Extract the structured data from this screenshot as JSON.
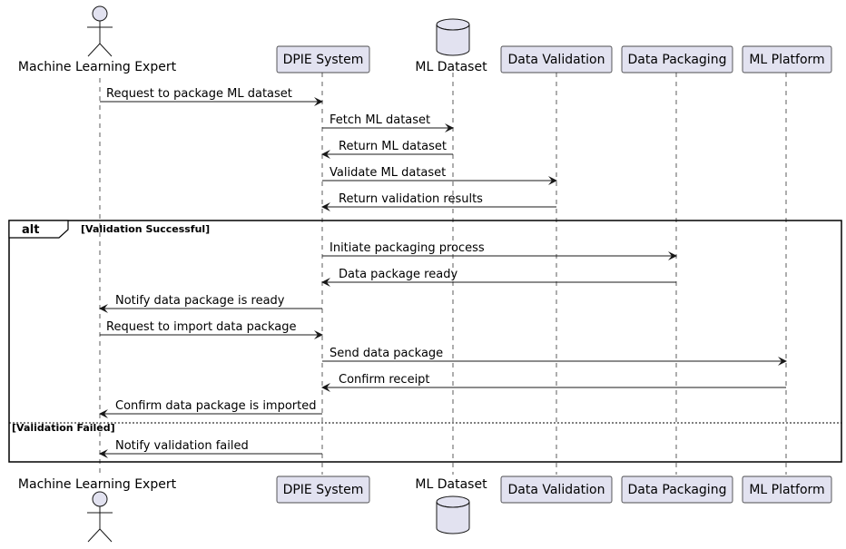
{
  "participants": [
    {
      "label": "Machine Learning Expert",
      "shape": "actor",
      "icon": "actor-icon"
    },
    {
      "label": "DPIE System",
      "shape": "box"
    },
    {
      "label": "ML Dataset",
      "shape": "database",
      "icon": "database-icon"
    },
    {
      "label": "Data Validation",
      "shape": "box"
    },
    {
      "label": "Data Packaging",
      "shape": "box"
    },
    {
      "label": "ML Platform",
      "shape": "box"
    }
  ],
  "messages": [
    {
      "label": "Request to package ML dataset",
      "from": 0,
      "to": 1
    },
    {
      "label": "Fetch ML dataset",
      "from": 1,
      "to": 2
    },
    {
      "label": "Return ML dataset",
      "from": 2,
      "to": 1
    },
    {
      "label": "Validate ML dataset",
      "from": 1,
      "to": 3
    },
    {
      "label": "Return validation results",
      "from": 3,
      "to": 1
    },
    {
      "label": "Initiate packaging process",
      "from": 1,
      "to": 4
    },
    {
      "label": "Data package ready",
      "from": 4,
      "to": 1
    },
    {
      "label": "Notify data package is ready",
      "from": 1,
      "to": 0
    },
    {
      "label": "Request to import data package",
      "from": 0,
      "to": 1
    },
    {
      "label": "Send data package",
      "from": 1,
      "to": 5
    },
    {
      "label": "Confirm receipt",
      "from": 5,
      "to": 1
    },
    {
      "label": "Confirm data package is imported",
      "from": 1,
      "to": 0
    },
    {
      "label": "Notify validation failed",
      "from": 1,
      "to": 0
    }
  ],
  "alt_fragment": {
    "keyword": "alt",
    "guard_success": "[Validation Successful]",
    "guard_failed": "[Validation Failed]"
  },
  "colors": {
    "participant_fill": "#e2e2f0",
    "participant_border": "#181818",
    "lifeline": "#181818",
    "arrow": "#181818"
  }
}
